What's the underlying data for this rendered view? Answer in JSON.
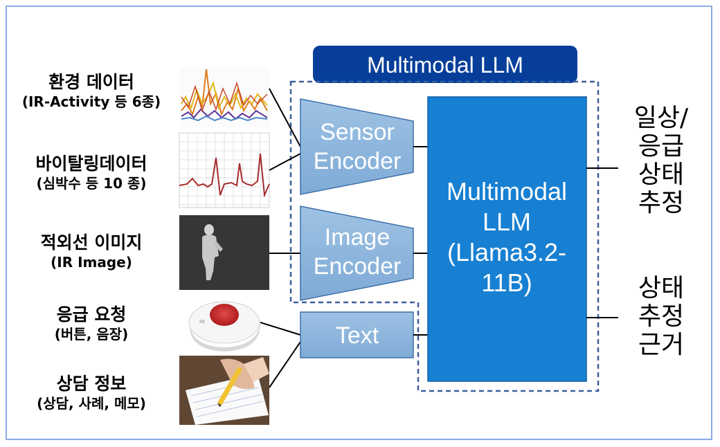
{
  "title": "Multimodal LLM",
  "inputs": [
    {
      "label": "환경 데이터",
      "sub": "(IR-Activity 등 6종)"
    },
    {
      "label": "바이탈링데이터",
      "sub": "(심박수 등 10 종)"
    },
    {
      "label": "적외선 이미지",
      "sub": "(IR Image)"
    },
    {
      "label": "응급 요청",
      "sub": "(버튼, 음장)"
    },
    {
      "label": "상담 정보",
      "sub": "(상담, 사례, 메모)"
    }
  ],
  "encoders": {
    "sensor": [
      "Sensor",
      "Encoder"
    ],
    "image": [
      "Image",
      "Encoder"
    ],
    "text": "Text"
  },
  "llm": [
    "Multimodal",
    "LLM",
    "(Llama3.2-",
    "11B)"
  ],
  "outputs": [
    [
      "일상/",
      "응급",
      "상태",
      "추정"
    ],
    [
      "상태",
      "추정",
      "근거"
    ]
  ]
}
